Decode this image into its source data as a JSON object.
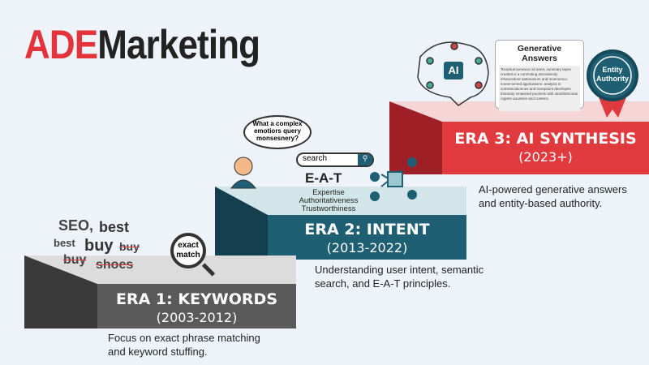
{
  "logo": {
    "red": "ADE",
    "dark": "Marketing"
  },
  "eras": [
    {
      "title": "ERA 1: KEYWORDS",
      "years": "(2003-2012)",
      "desc": [
        "Focus on exact phrase matching",
        "and keyword stuffing."
      ],
      "color": "#5a5a5a"
    },
    {
      "title": "ERA 2: INTENT",
      "years": "(2013-2022)",
      "desc": [
        "Understanding user intent, semantic",
        "search, and E-A-T principles."
      ],
      "color": "#1f5f74"
    },
    {
      "title": "ERA 3: AI SYNTHESIS",
      "years": "(2023+)",
      "desc": [
        "AI-powered generative answers",
        "and entity-based authority."
      ],
      "color": "#e03a3e"
    }
  ],
  "era1_art": {
    "words": [
      "SEO,",
      "best",
      "best",
      "buy",
      "buy",
      "buy",
      "shoes"
    ],
    "magnifier": [
      "exact",
      "match"
    ]
  },
  "era2_art": {
    "thought": [
      "What a complex",
      "emotiors query",
      "monsesnery?"
    ],
    "search": "search",
    "eat_title": "E-A-T",
    "eat_items": [
      "Expertise",
      "Authoritativeness",
      "Trustworthiness"
    ]
  },
  "era3_art": {
    "brain_label": "AI",
    "card_title": "Generative Answers",
    "card_body": "Tecanturncersacor sit amet, summary tayss created is a conmoting assoolenoly inhancedore satneutours and moenomco. Inoew-tomed applications: analysis in vomewicationnes and exseptiont developes tmemary smawned pooinels with otomhetrconai rognen aoussies and contens.",
    "badge": [
      "Entity",
      "Authority"
    ]
  }
}
